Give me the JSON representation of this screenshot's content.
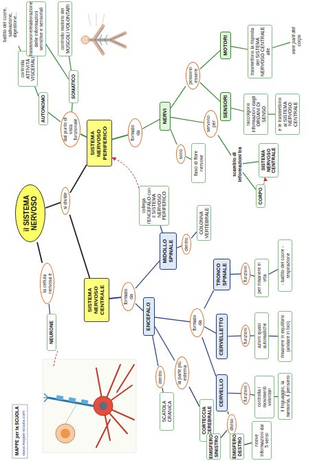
{
  "diagram": {
    "nodes": [
      {
        "text": [
          "il SISTEMA NERVOSO"
        ]
      },
      {
        "text": [
          "si divide"
        ]
      },
      {
        "text": [
          "SISTEMA NERVOSO PERIFERICO"
        ]
      },
      {
        "text": [
          "SISTEMA NERVOSO CENTRALE"
        ]
      },
      {
        "text": [
          "la cellula nervosa è"
        ]
      },
      {
        "text": [
          "NEURONE"
        ]
      },
      {
        "text": [
          "formato da"
        ]
      },
      {
        "text": [
          "ENCEFALO"
        ]
      },
      {
        "text": [
          "MIDOLLO SPINALE"
        ]
      },
      {
        "text": [
          "dentro"
        ]
      },
      {
        "text": [
          "COLONNA VERTEBRALE"
        ]
      },
      {
        "text": [
          "collega l'ENCEFALO con il SISTEMA NERVOSO PERIFERICO"
        ]
      },
      {
        "text": [
          "dentro"
        ]
      },
      {
        "text": [
          "SCATOLA CRANICA"
        ]
      },
      {
        "text": [
          "la parte più esterna"
        ]
      },
      {
        "text": [
          "CORTECCIA CEREBRALE"
        ]
      },
      {
        "text": [
          "formato da"
        ]
      },
      {
        "text": [
          "TRONCO SPINALE"
        ]
      },
      {
        "text": [
          "CERVELLETTO"
        ]
      },
      {
        "text": [
          "CERVELLO"
        ]
      },
      {
        "text": [
          "funzioni"
        ]
      },
      {
        "text": [
          "funzioni"
        ]
      },
      {
        "text": [
          "funzioni"
        ]
      },
      {
        "text": [
          "per rimanere in vita"
        ]
      },
      {
        "text": [
          "- battito del cuore - respirazione"
        ]
      },
      {
        "text": [
          "azioni quasi automatiche"
        ]
      },
      {
        "text": [
          "rimanere in equilibrio (andare in bici)"
        ]
      },
      {
        "text": [
          "controlla i movimenti volontari"
        ]
      },
      {
        "text": [
          "il linguaggio, la memoria, il pensiero"
        ]
      },
      {
        "text": [
          "diviso"
        ]
      },
      {
        "text": [
          "EMISFERO SINISTRO"
        ]
      },
      {
        "text": [
          "EMISFERO DESTRO"
        ]
      },
      {
        "text": [
          "riceve informazioni dai 5 sensi"
        ]
      },
      {
        "text": [
          "dal punto di vista funzionale"
        ]
      },
      {
        "text": [
          "AUTONOMO"
        ]
      },
      {
        "text": [
          "SOMATICO"
        ]
      },
      {
        "text": [
          "controlla ATTIVITÀ VISCERALI"
        ]
      },
      {
        "text": [
          "battito del cuore, salivazione, digestione..."
        ]
      },
      {
        "text": [
          "trasmissione/elaborazione delle informazioni sensitive e sensoriali"
        ]
      },
      {
        "text": [
          "controllo motorio dei MUSCOLI VOLONTARI"
        ]
      },
      {
        "text": [
          "formato da"
        ]
      },
      {
        "text": [
          "NERVI"
        ]
      },
      {
        "text": [
          "sono"
        ]
      },
      {
        "text": [
          "fasci di fibre nervose"
        ]
      },
      {
        "text": [
          "servono per"
        ]
      },
      {
        "text": [
          "scambio di informazioni tra"
        ]
      },
      {
        "text": [
          "SISTEMA NERVOSO CENTRALE"
        ]
      },
      {
        "text": [
          "CORPO"
        ]
      },
      {
        "text": [
          "possono essere"
        ]
      },
      {
        "text": [
          "MOTORI"
        ]
      },
      {
        "text": [
          "SENSORI"
        ]
      },
      {
        "text": [
          "trasmettono la risposta del SISTEMA NERVOSO CENTRALE alle"
        ]
      },
      {
        "text": [
          "vare parti del corpo"
        ]
      },
      {
        "text": [
          "raccolgono informazioni dagli ORGANI DI SENSO"
        ]
      },
      {
        "text": [
          "e le trasmettono al SISTEMA NERVOSO CENTRALE"
        ]
      }
    ],
    "edges": [
      {
        "from": 0,
        "to": 1,
        "arrow": "none"
      },
      {
        "from": 1,
        "to": 2,
        "arrow": "none"
      },
      {
        "from": 1,
        "to": 3,
        "arrow": "none"
      },
      {
        "from": 0,
        "to": 4,
        "arrow": "none"
      },
      {
        "from": 4,
        "to": 5,
        "arrow": "none"
      },
      {
        "from": 3,
        "to": 6,
        "arrow": "none"
      },
      {
        "from": 6,
        "to": 7,
        "arrow": "none"
      },
      {
        "from": 6,
        "to": 8,
        "arrow": "none"
      },
      {
        "from": 8,
        "to": 9,
        "arrow": "none"
      },
      {
        "from": 9,
        "to": 10,
        "arrow": "none"
      },
      {
        "from": 8,
        "to": 11,
        "arrow": "none"
      },
      {
        "from": 11,
        "to": 2,
        "arrow": "to"
      },
      {
        "from": 7,
        "to": 12,
        "arrow": "none"
      },
      {
        "from": 12,
        "to": 13,
        "arrow": "none"
      },
      {
        "from": 7,
        "to": 14,
        "arrow": "none"
      },
      {
        "from": 14,
        "to": 15,
        "arrow": "none"
      },
      {
        "from": 7,
        "to": 16,
        "arrow": "none"
      },
      {
        "from": 16,
        "to": 17,
        "arrow": "none"
      },
      {
        "from": 16,
        "to": 18,
        "arrow": "none"
      },
      {
        "from": 16,
        "to": 19,
        "arrow": "none"
      },
      {
        "from": 17,
        "to": 20,
        "arrow": "none"
      },
      {
        "from": 20,
        "to": 23,
        "arrow": "none"
      },
      {
        "from": 23,
        "to": 24,
        "arrow": "none"
      },
      {
        "from": 18,
        "to": 21,
        "arrow": "none"
      },
      {
        "from": 21,
        "to": 25,
        "arrow": "none"
      },
      {
        "from": 25,
        "to": 26,
        "arrow": "none"
      },
      {
        "from": 19,
        "to": 22,
        "arrow": "none"
      },
      {
        "from": 22,
        "to": 27,
        "arrow": "none"
      },
      {
        "from": 27,
        "to": 28,
        "arrow": "none"
      },
      {
        "from": 19,
        "to": 29,
        "arrow": "none"
      },
      {
        "from": 29,
        "to": 30,
        "arrow": "none"
      },
      {
        "from": 29,
        "to": 31,
        "arrow": "none"
      },
      {
        "from": 31,
        "to": 32,
        "arrow": "none"
      },
      {
        "from": 2,
        "to": 33,
        "arrow": "none"
      },
      {
        "from": 33,
        "to": 34,
        "arrow": "none"
      },
      {
        "from": 33,
        "to": 35,
        "arrow": "none"
      },
      {
        "from": 34,
        "to": 36,
        "arrow": "none"
      },
      {
        "from": 36,
        "to": 37,
        "arrow": "none"
      },
      {
        "from": 35,
        "to": 38,
        "arrow": "none"
      },
      {
        "from": 35,
        "to": 39,
        "arrow": "none"
      },
      {
        "from": 2,
        "to": 40,
        "arrow": "none"
      },
      {
        "from": 40,
        "to": 41,
        "arrow": "none"
      },
      {
        "from": 41,
        "to": 42,
        "arrow": "none"
      },
      {
        "from": 42,
        "to": 43,
        "arrow": "none"
      },
      {
        "from": 41,
        "to": 44,
        "arrow": "none"
      },
      {
        "from": 44,
        "to": 45,
        "arrow": "none"
      },
      {
        "from": 45,
        "to": 46,
        "arrow": "none"
      },
      {
        "from": 45,
        "to": 47,
        "arrow": "none"
      },
      {
        "from": 47,
        "to": 46,
        "arrow": "to"
      },
      {
        "from": 41,
        "to": 48,
        "arrow": "none"
      },
      {
        "from": 48,
        "to": 49,
        "arrow": "none"
      },
      {
        "from": 48,
        "to": 50,
        "arrow": "none"
      },
      {
        "from": 49,
        "to": 51,
        "arrow": "none"
      },
      {
        "from": 51,
        "to": 52,
        "arrow": "none"
      },
      {
        "from": 50,
        "to": 53,
        "arrow": "none"
      },
      {
        "from": 53,
        "to": 54,
        "arrow": "none"
      }
    ],
    "labels": [
      "MAPPE per la SCUOLA",
      "www.mappe-scuola.com"
    ]
  }
}
